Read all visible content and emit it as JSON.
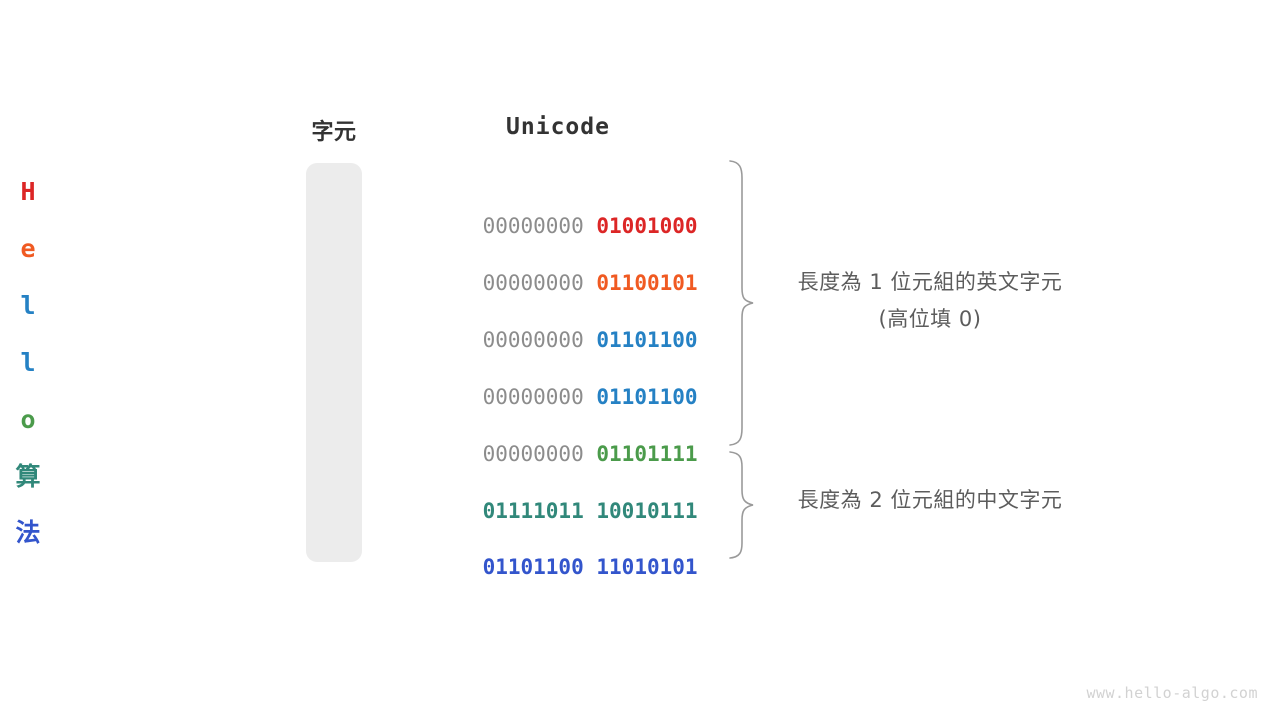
{
  "figure": {
    "title_char_column": "字元",
    "title_unicode_column": "Unicode",
    "background_color": "#ffffff",
    "column_background_color": "#ececec",
    "padding_digit_color": "#8c8c8c",
    "annotation_color": "#5c5c5c"
  },
  "rows": [
    {
      "char": "H",
      "script": "latin",
      "color": "#dc2626",
      "high_byte": "00000000",
      "low_byte": "01001000",
      "high_byte_is_padding": true,
      "byte_length": 1
    },
    {
      "char": "e",
      "script": "latin",
      "color": "#f05a22",
      "high_byte": "00000000",
      "low_byte": "01100101",
      "high_byte_is_padding": true,
      "byte_length": 1
    },
    {
      "char": "l",
      "script": "latin",
      "color": "#2581c4",
      "high_byte": "00000000",
      "low_byte": "01101100",
      "high_byte_is_padding": true,
      "byte_length": 1
    },
    {
      "char": "l",
      "script": "latin",
      "color": "#2581c4",
      "high_byte": "00000000",
      "low_byte": "01101100",
      "high_byte_is_padding": true,
      "byte_length": 1
    },
    {
      "char": "o",
      "script": "latin",
      "color": "#4b9b4b",
      "high_byte": "00000000",
      "low_byte": "01101111",
      "high_byte_is_padding": true,
      "byte_length": 1
    },
    {
      "char": "算",
      "script": "cjk",
      "color": "#31887a",
      "high_byte": "01111011",
      "low_byte": "10010111",
      "high_byte_is_padding": false,
      "byte_length": 2
    },
    {
      "char": "法",
      "script": "cjk",
      "color": "#3355cc",
      "high_byte": "01101100",
      "low_byte": "11010101",
      "high_byte_is_padding": false,
      "byte_length": 2
    }
  ],
  "annotations": [
    {
      "line1": "長度為 1 位元組的英文字元",
      "line2": "(高位填 0)",
      "spans_rows": "1-5"
    },
    {
      "line1": "長度為 2 位元組的中文字元",
      "line2": "",
      "spans_rows": "6-7"
    }
  ],
  "watermark": "www.hello-algo.com"
}
